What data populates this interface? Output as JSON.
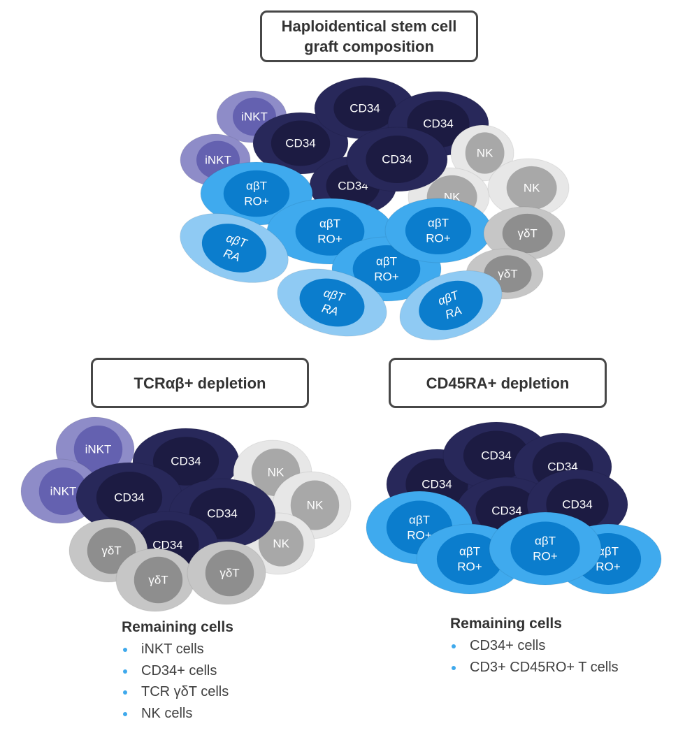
{
  "title": "Haploidentical stem cell graft composition",
  "left_panel": {
    "heading": "TCRαβ+ depletion",
    "remaining_title": "Remaining cells",
    "remaining": [
      "iNKT cells",
      "CD34+ cells",
      "TCR γδT cells",
      "NK cells"
    ]
  },
  "right_panel": {
    "heading": "CD45RA+ depletion",
    "remaining_title": "Remaining cells",
    "remaining": [
      "CD34+ cells",
      "CD3+ CD45RO+ T cells"
    ]
  },
  "cell_types": {
    "inkt": {
      "label": [
        "iNKT"
      ],
      "outer": "#8e8cc8",
      "inner": "#6461b0"
    },
    "cd34": {
      "label": [
        "CD34"
      ],
      "outer": "#28285a",
      "inner": "#1c1b42"
    },
    "nk": {
      "label": [
        "NK"
      ],
      "outer": "#e7e7e7",
      "inner": "#a8a8a8"
    },
    "gdt": {
      "label": [
        "γδT"
      ],
      "outer": "#c6c6c6",
      "inner": "#8e8e8e"
    },
    "ro": {
      "label": [
        "αβT",
        "RO+"
      ],
      "outer": "#3faaee",
      "inner": "#0b7dcd"
    },
    "ra": {
      "label": [
        "αβT",
        "RA"
      ],
      "outer": "#8fcaf3",
      "inner": "#0b7dcd"
    }
  },
  "clusters": {
    "graft": [
      "inkt",
      "inkt",
      "cd34",
      "cd34",
      "cd34",
      "nk",
      "nk",
      "nk",
      "cd34",
      "cd34",
      "ro",
      "ro",
      "ro",
      "ro",
      "ra",
      "gdt",
      "gdt",
      "ra",
      "ra"
    ],
    "tcr_depleted": [
      "inkt",
      "inkt",
      "cd34",
      "cd34",
      "nk",
      "nk",
      "nk",
      "cd34",
      "cd34",
      "gdt",
      "gdt",
      "gdt"
    ],
    "cd45ra_depleted": [
      "cd34",
      "cd34",
      "cd34",
      "cd34",
      "cd34",
      "ro",
      "ro",
      "ro",
      "ro"
    ]
  }
}
